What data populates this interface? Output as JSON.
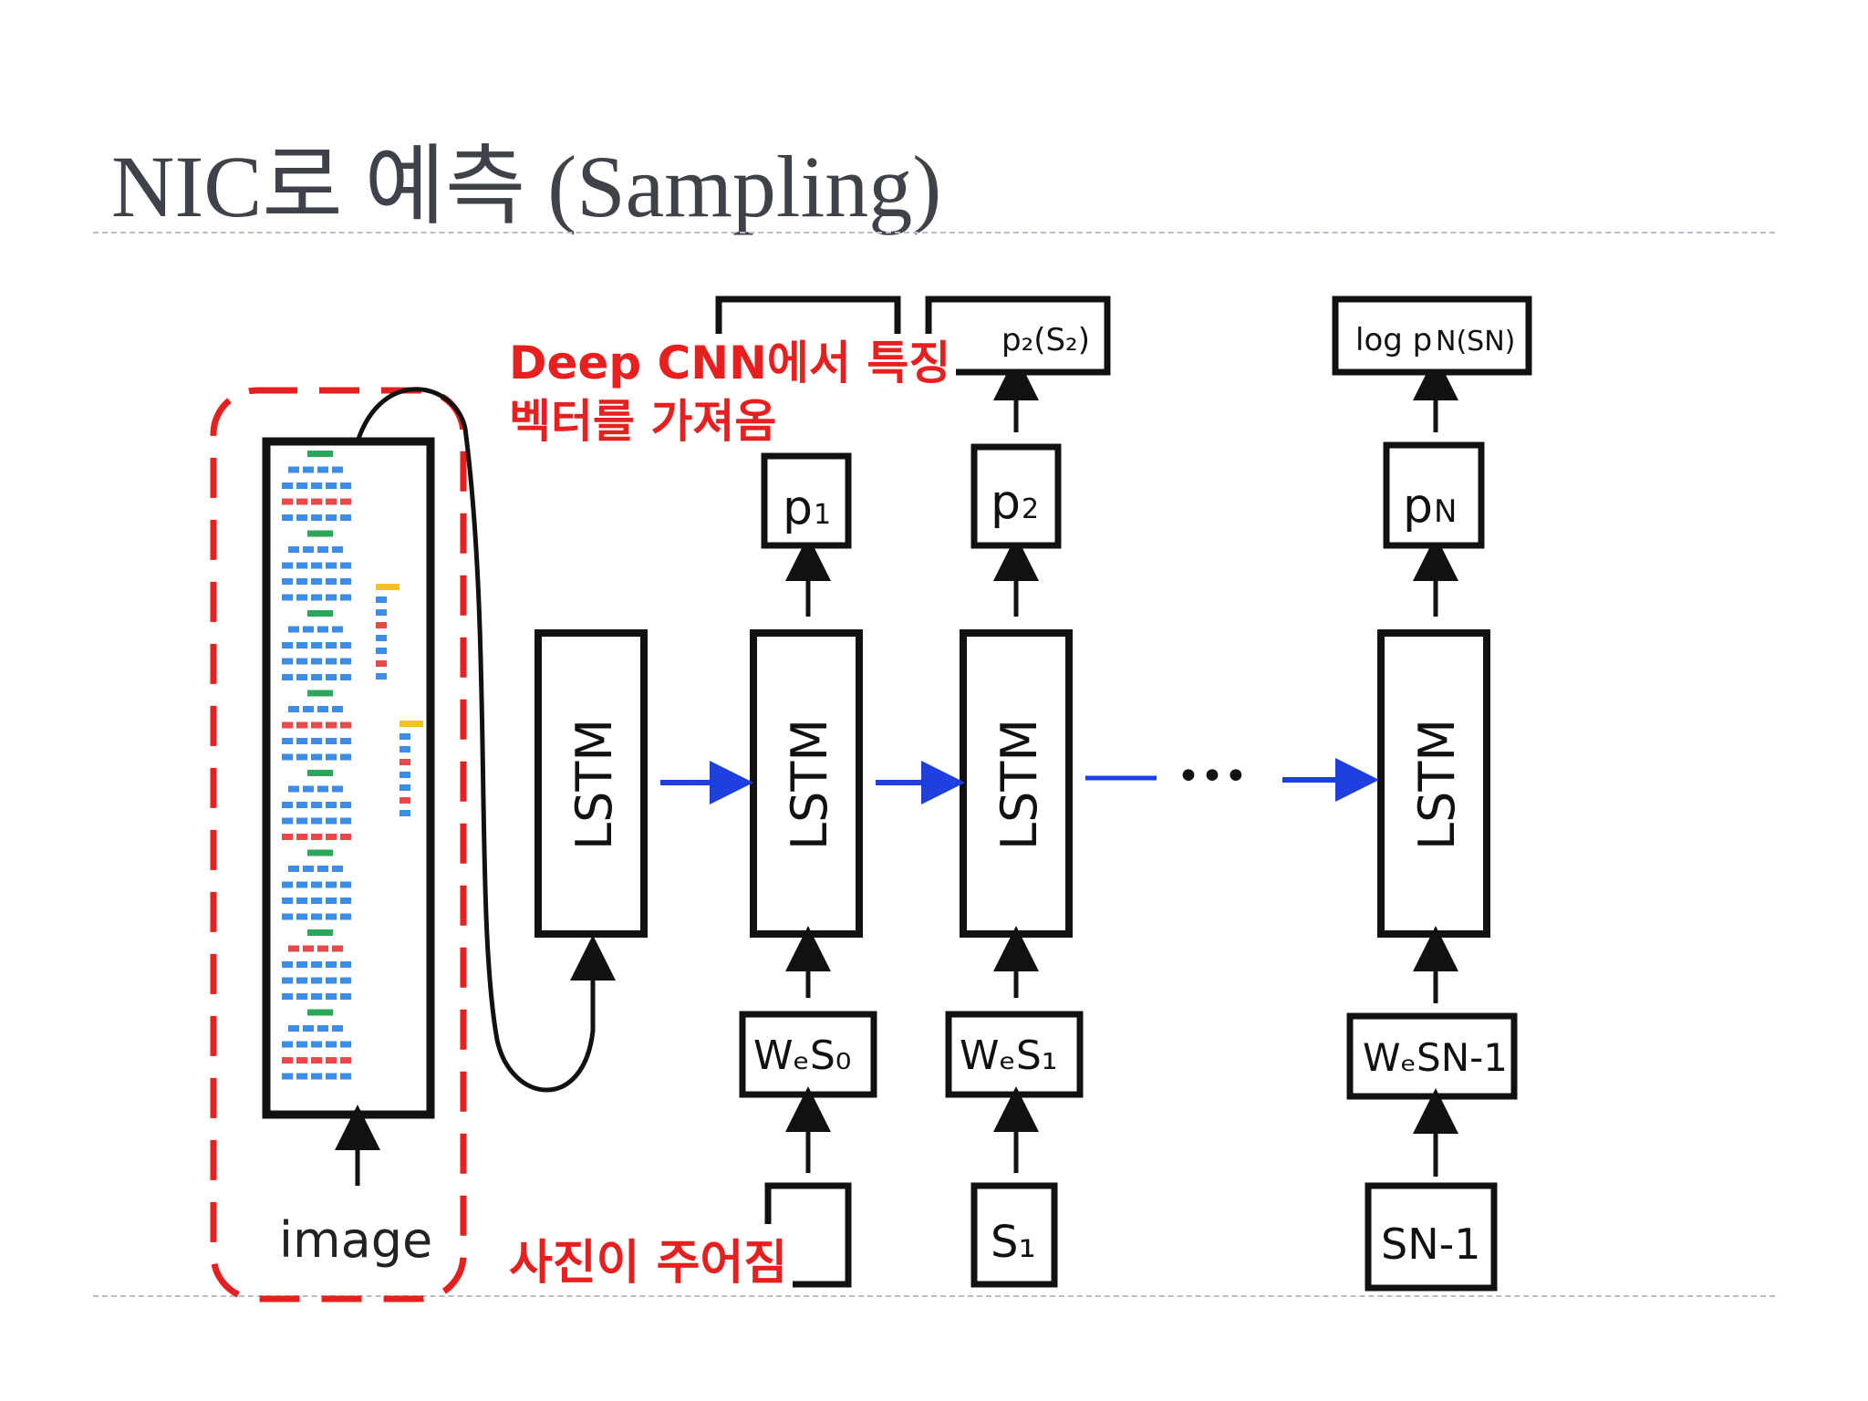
{
  "slide": {
    "title": "NIC로  예측 (Sampling)"
  },
  "annotations": {
    "cnn_feature_line1": "Deep CNN에서 특징",
    "cnn_feature_line2": "벡터를 가져옴",
    "image_given": "사진이 주어짐"
  },
  "diagram": {
    "input_label": "image",
    "lstm_label": "LSTM",
    "ellipsis": "•••",
    "outputs": {
      "p1": "p",
      "p1_sub": "1",
      "p2": "p",
      "p2_sub": "2",
      "pN": "p",
      "pN_sub": "N",
      "log_p2": "p₂(S₂)",
      "log_pN": "log p",
      "log_pN_rest": "N(SN)"
    },
    "embeddings": {
      "we_s0": "WₑS₀",
      "we_s1": "WₑS₁",
      "we_sn1": "WₑSN-1"
    },
    "inputs": {
      "s1": "S₁",
      "sn1": "SN-1"
    }
  },
  "colors": {
    "title": "#3f4249",
    "annotation_red": "#e81f1f",
    "arrow_blue": "#1e3fe0",
    "box_stroke": "#111111"
  }
}
